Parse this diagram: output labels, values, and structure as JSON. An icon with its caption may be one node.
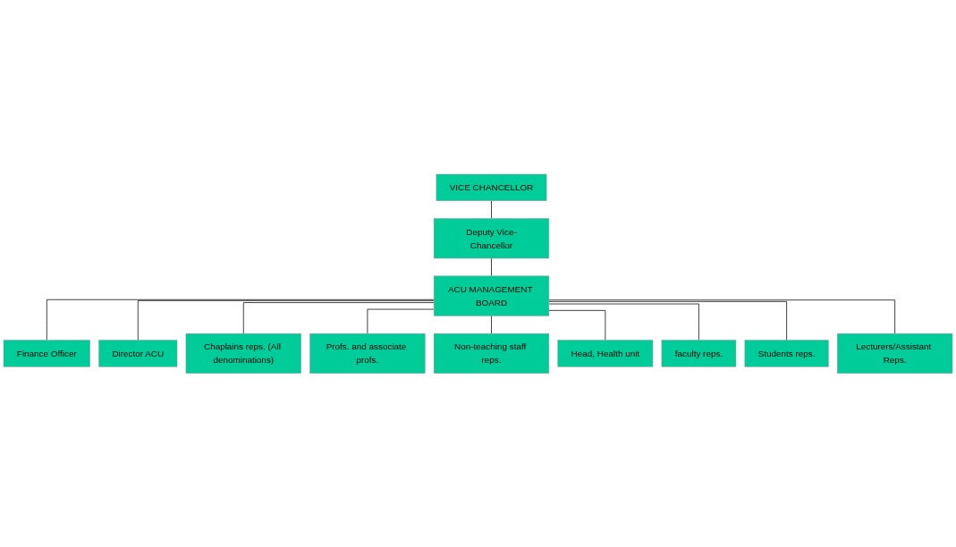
{
  "diagram": {
    "nodes": [
      {
        "text": [
          "VICE CHANCELLOR"
        ]
      },
      {
        "text": [
          "Deputy Vice-Chancellor"
        ]
      },
      {
        "text": [
          "ACU MANAGEMENT BOARD"
        ]
      },
      {
        "text": [
          "Finance Officer"
        ]
      },
      {
        "text": [
          "Director ACU"
        ]
      },
      {
        "text": [
          "Chaplains reps. (All denominations)"
        ]
      },
      {
        "text": [
          "Profs. and associate profs."
        ]
      },
      {
        "text": [
          "Non-teaching staff reps."
        ]
      },
      {
        "text": [
          "Head, Health unit"
        ]
      },
      {
        "text": [
          "faculty reps."
        ]
      },
      {
        "text": [
          "Students reps."
        ]
      },
      {
        "text": [
          "Lecturers/Assistant Reps."
        ]
      }
    ],
    "edges": [
      {
        "from": 0,
        "to": 1,
        "arrow": "none"
      },
      {
        "from": 1,
        "to": 2,
        "arrow": "none"
      },
      {
        "from": 2,
        "to": 3,
        "arrow": "none"
      },
      {
        "from": 2,
        "to": 4,
        "arrow": "none"
      },
      {
        "from": 2,
        "to": 5,
        "arrow": "none"
      },
      {
        "from": 2,
        "to": 6,
        "arrow": "none"
      },
      {
        "from": 2,
        "to": 7,
        "arrow": "none"
      },
      {
        "from": 2,
        "to": 8,
        "arrow": "none"
      },
      {
        "from": 2,
        "to": 9,
        "arrow": "none"
      },
      {
        "from": 2,
        "to": 10,
        "arrow": "none"
      },
      {
        "from": 2,
        "to": 11,
        "arrow": "none"
      }
    ]
  }
}
